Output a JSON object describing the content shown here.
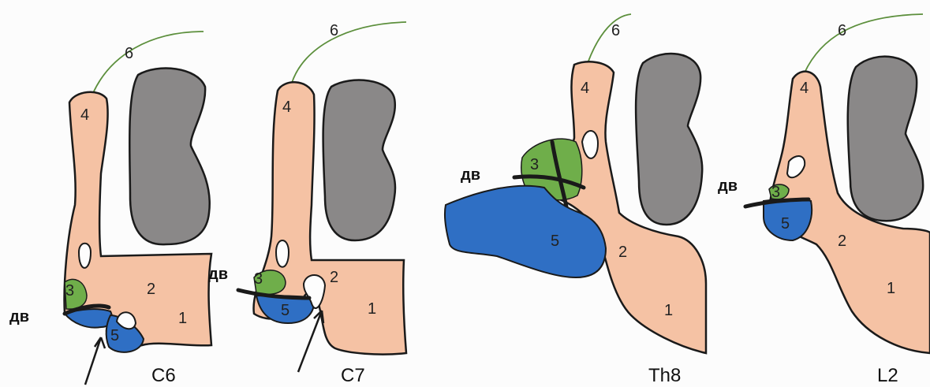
{
  "panels": [
    {
      "caption": "C6",
      "labels": {
        "n1": "1",
        "n2": "2",
        "n3": "3",
        "n4": "4",
        "n5": "5",
        "n6": "6",
        "dv": "дв"
      }
    },
    {
      "caption": "C7",
      "labels": {
        "n1": "1",
        "n2": "2",
        "n3": "3",
        "n4": "4",
        "n5": "5",
        "n6": "6",
        "dv": "дв"
      }
    },
    {
      "caption": "Th8",
      "labels": {
        "n1": "1",
        "n2": "2",
        "n3": "3",
        "n4": "4",
        "n5": "5",
        "n6": "6",
        "dv": "дв"
      }
    },
    {
      "caption": "L2",
      "labels": {
        "n1": "1",
        "n2": "2",
        "n3": "3",
        "n4": "4",
        "n5": "5",
        "n6": "6",
        "dv": "дв"
      }
    }
  ],
  "colors": {
    "bone": "#f5c2a4",
    "spinal_cord": "#8a8888",
    "region_3": "#6fae4a",
    "region_5": "#2f6fc4",
    "root_6": "#5c8f3c"
  }
}
